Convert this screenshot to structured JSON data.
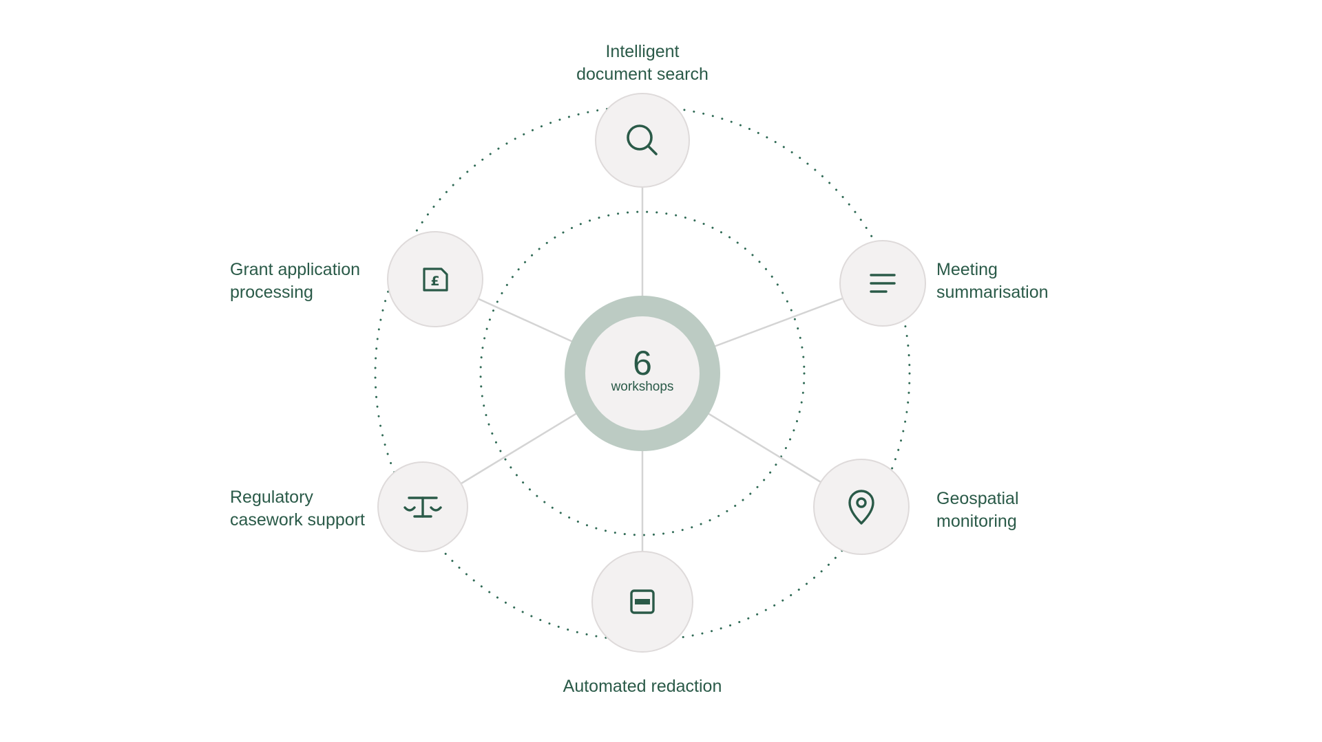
{
  "center": {
    "count": "6",
    "caption": "workshops"
  },
  "nodes": [
    {
      "id": "search",
      "icon": "search-icon",
      "lines": [
        "Intelligent",
        "document search"
      ]
    },
    {
      "id": "meeting",
      "icon": "lines-icon",
      "lines": [
        "Meeting",
        "summarisation"
      ]
    },
    {
      "id": "geo",
      "icon": "location-pin-icon",
      "lines": [
        "Geospatial",
        "monitoring"
      ]
    },
    {
      "id": "redaction",
      "icon": "redaction-icon",
      "lines": [
        "Automated redaction"
      ]
    },
    {
      "id": "regulatory",
      "icon": "scales-icon",
      "lines": [
        "Regulatory",
        "casework support"
      ]
    },
    {
      "id": "grant",
      "icon": "pound-document-icon",
      "lines": [
        "Grant application",
        "processing"
      ]
    }
  ],
  "colors": {
    "text": "#2a5a48",
    "icon": "#2a5a48",
    "dots": "#2f6a55",
    "node_fill": "#f3f1f1",
    "node_border": "#dedada",
    "spoke": "#d4d4d4",
    "ring": "#bccbc3"
  }
}
